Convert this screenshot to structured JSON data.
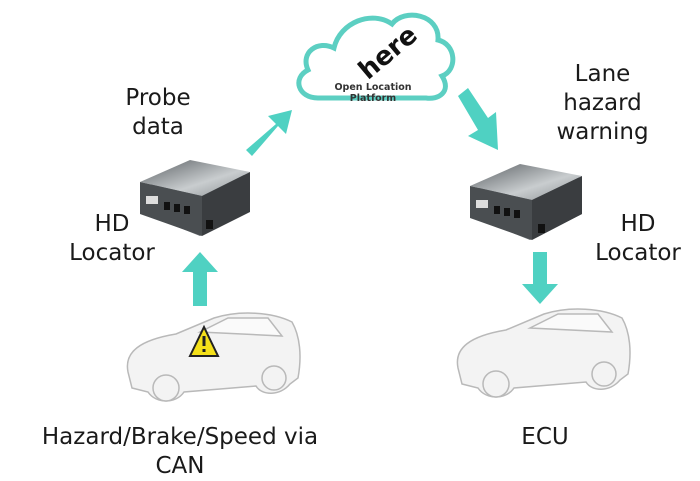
{
  "cloud": {
    "logo": "here",
    "platform": "Open Location Platform"
  },
  "labels": {
    "probe_data_1": "Probe",
    "probe_data_2": "data",
    "lane_1": "Lane",
    "lane_2": "hazard",
    "lane_3": "warning",
    "left_locator_1": "HD",
    "left_locator_2": "Locator",
    "right_locator_1": "HD",
    "right_locator_2": "Locator",
    "left_caption": "Hazard/Brake/Speed via CAN",
    "right_caption": "ECU"
  },
  "colors": {
    "arrow": "#4fd1c2",
    "cloud_outline": "#5ccfc2",
    "warning": "#f4e01a"
  }
}
